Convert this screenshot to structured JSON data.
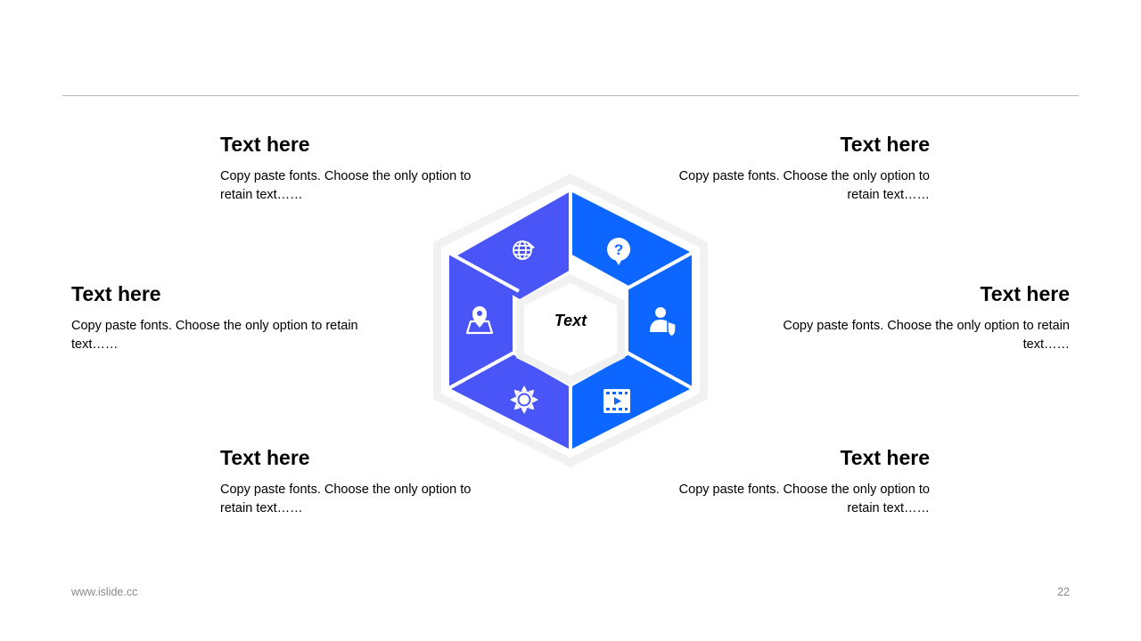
{
  "colors": {
    "purple": "#4a55f7",
    "blue": "#0d66ff",
    "ring": "#f1f1f1"
  },
  "center": {
    "label": "Text"
  },
  "items": [
    {
      "title": "Text here",
      "body": "Copy paste fonts. Choose the only option to retain text……"
    },
    {
      "title": "Text here",
      "body": "Copy paste fonts. Choose the only option to retain text……"
    },
    {
      "title": "Text here",
      "body": "Copy paste fonts. Choose the only option to retain text……"
    },
    {
      "title": "Text here",
      "body": "Copy paste fonts. Choose the only option to retain text……"
    },
    {
      "title": "Text here",
      "body": "Copy paste fonts. Choose the only option to retain text……"
    },
    {
      "title": "Text here",
      "body": "Copy paste fonts. Choose the only option to retain text……"
    }
  ],
  "segment_icons": [
    "globe-plane-icon",
    "question-bubble-icon",
    "user-shield-icon",
    "video-icon",
    "sun-gear-icon",
    "map-pin-icon"
  ],
  "footer": {
    "url": "www.islide.cc",
    "page": "22"
  }
}
